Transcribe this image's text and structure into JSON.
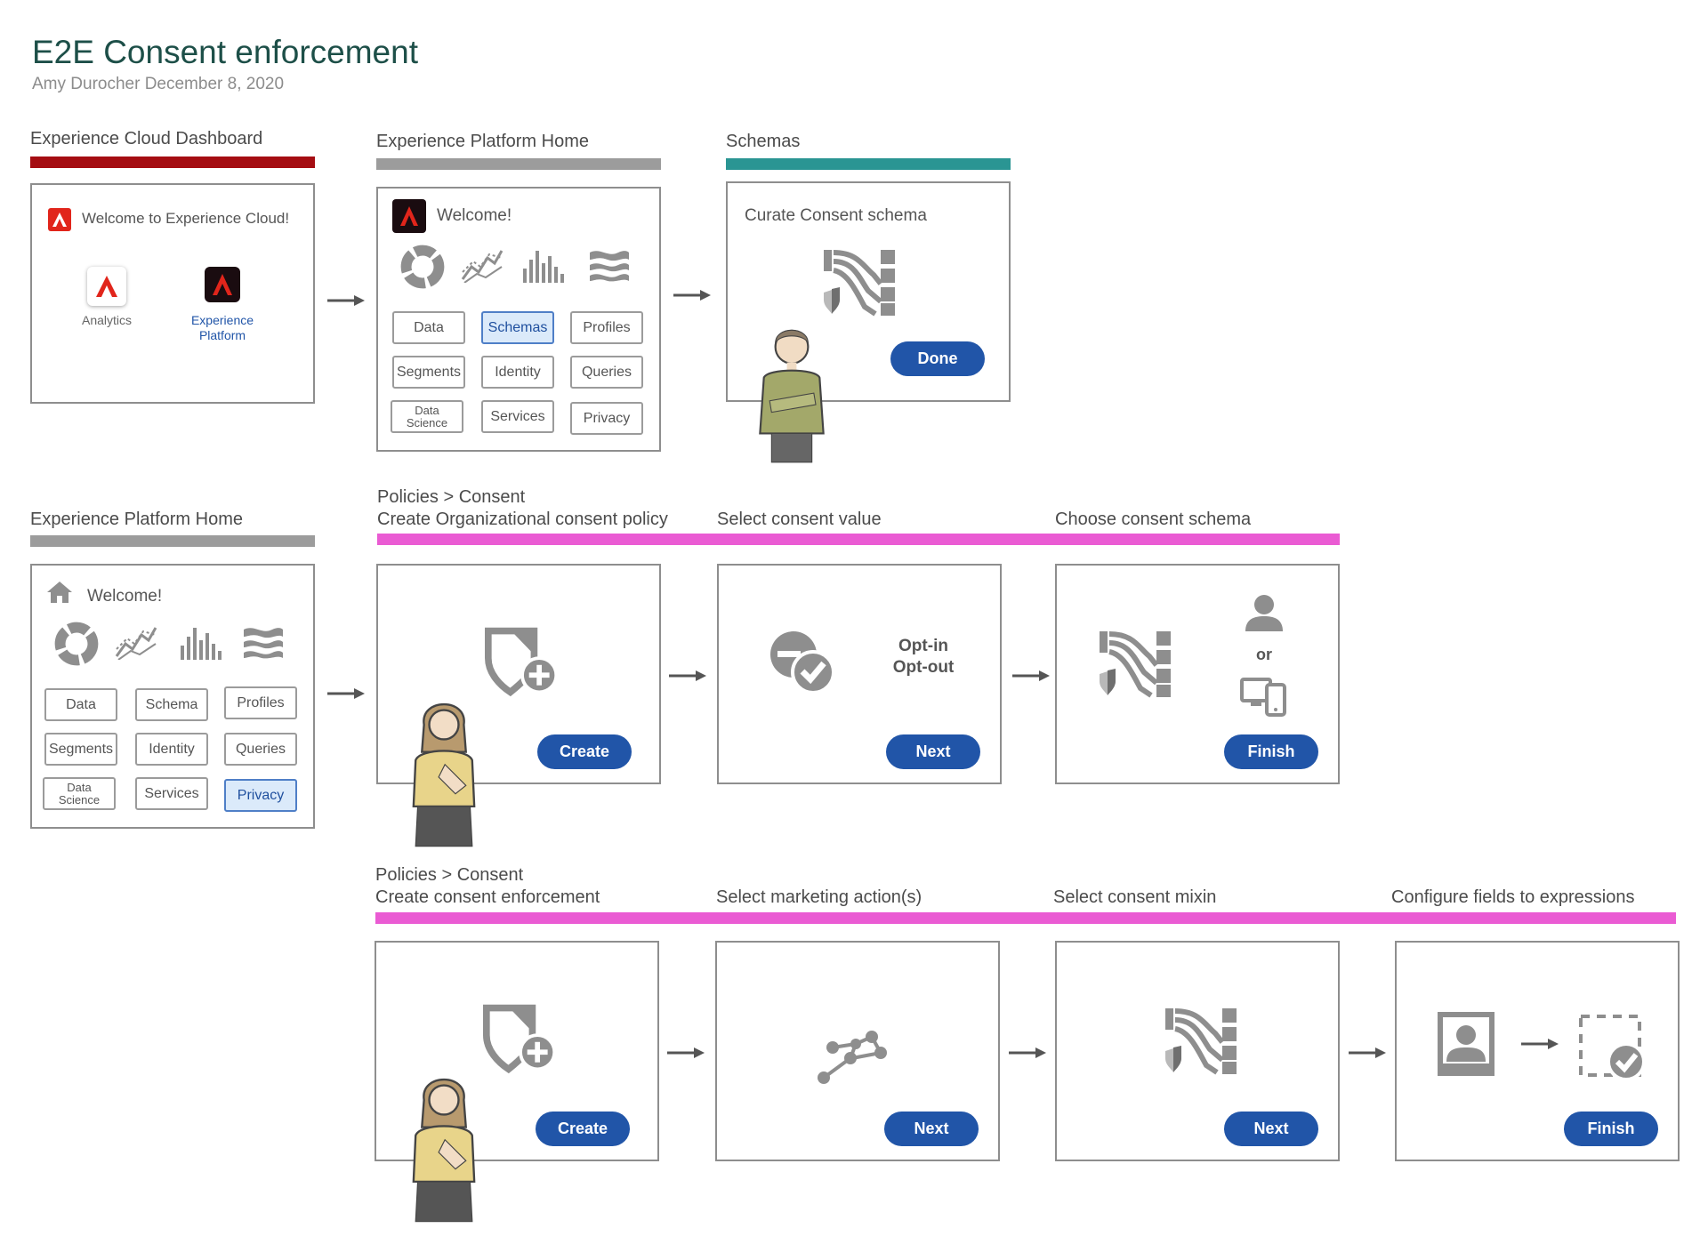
{
  "header": {
    "title": "E2E Consent enforcement",
    "subtitle": "Amy Durocher December 8, 2020"
  },
  "colors": {
    "red_bar": "#a50d12",
    "gray_bar": "#9c9c9c",
    "teal_bar": "#2a9593",
    "pink_bar": "#ea5bd3",
    "button_blue": "#2155a8"
  },
  "row1": {
    "cloud": {
      "label": "Experience Cloud Dashboard",
      "welcome": "Welcome to Experience Cloud!",
      "apps": [
        {
          "label": "Analytics",
          "icon": "adobe-icon"
        },
        {
          "label": "Experience Platform",
          "icon": "adobe-dark-icon"
        }
      ]
    },
    "platform": {
      "label": "Experience Platform Home",
      "welcome": "Welcome!",
      "tiles": [
        "Data",
        "Schemas",
        "Profiles",
        "Segments",
        "Identity",
        "Queries",
        "Data\nScience",
        "Services",
        "Privacy"
      ],
      "selected": "Schemas"
    },
    "schemas": {
      "label": "Schemas",
      "heading": "Curate Consent schema",
      "button": "Done"
    }
  },
  "row2": {
    "home": {
      "label": "Experience Platform Home",
      "welcome": "Welcome!",
      "tiles": [
        "Data",
        "Schema",
        "Profiles",
        "Segments",
        "Identity",
        "Queries",
        "Data\nScience",
        "Services",
        "Privacy"
      ],
      "selected": "Privacy"
    },
    "policy": {
      "breadcrumb": "Policies > Consent",
      "label": "Create Organizational consent policy",
      "button": "Create"
    },
    "value": {
      "label": "Select consent value",
      "opt_in": "Opt-in",
      "opt_out": "Opt-out",
      "button": "Next"
    },
    "schema": {
      "label": "Choose consent schema",
      "or": "or",
      "button": "Finish"
    }
  },
  "row3": {
    "enforcement": {
      "breadcrumb": "Policies > Consent",
      "label": "Create consent enforcement",
      "button": "Create"
    },
    "actions": {
      "label": "Select marketing action(s)",
      "button": "Next"
    },
    "mixin": {
      "label": "Select consent mixin",
      "button": "Next"
    },
    "configure": {
      "label": "Configure fields to expressions",
      "button": "Finish"
    }
  }
}
